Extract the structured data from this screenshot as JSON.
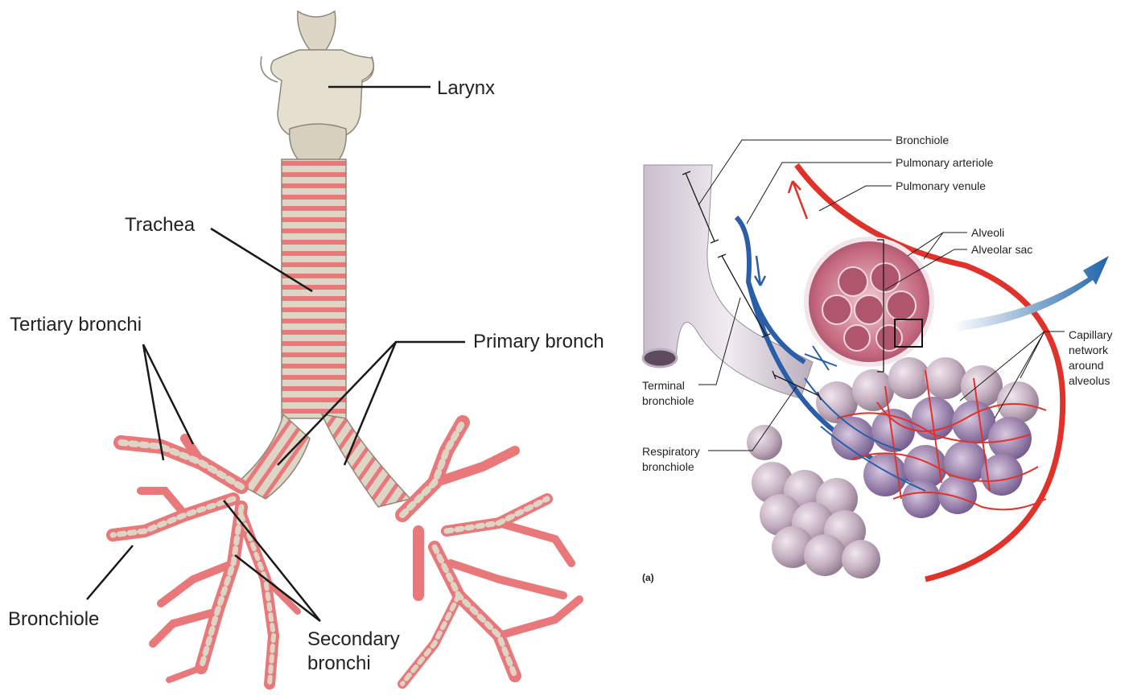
{
  "left_panel": {
    "labels": {
      "larynx": "Larynx",
      "trachea": "Trachea",
      "tertiary_bronchi": "Tertiary bronchi",
      "primary_bronch": "Primary bronch",
      "bronchiole": "Bronchiole",
      "secondary_bronchi_line1": "Secondary",
      "secondary_bronchi_line2": "bronchi"
    }
  },
  "right_panel": {
    "labels": {
      "bronchiole": "Bronchiole",
      "pulmonary_arteriole": "Pulmonary arteriole",
      "pulmonary_venule": "Pulmonary venule",
      "alveoli": "Alveoli",
      "alveolar_sac": "Alveolar sac",
      "capillary_line1": "Capillary",
      "capillary_line2": "network",
      "capillary_line3": "around",
      "capillary_line4": "alveolus",
      "terminal_line1": "Terminal",
      "terminal_line2": "bronchiole",
      "respiratory_line1": "Respiratory",
      "respiratory_line2": "bronchiole",
      "panel_tag": "(a)"
    }
  },
  "colors": {
    "cartilage": "#ddd6c6",
    "airway_pink": "#e8787a",
    "vein_blue": "#2a5ea8",
    "artery_red": "#e0322a",
    "alveolus_mauve": "#b9a3b5",
    "sac_pink": "#c4687e"
  }
}
